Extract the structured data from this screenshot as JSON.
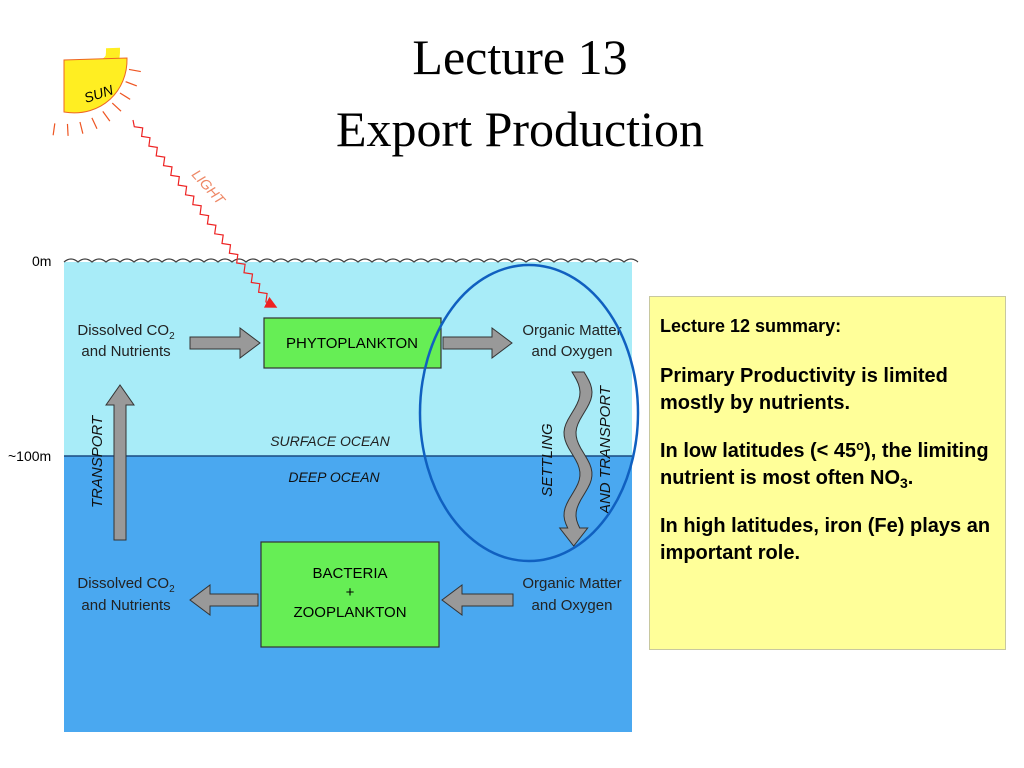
{
  "title": {
    "line1": "Lecture 13",
    "line2": "Export Production"
  },
  "diagram": {
    "sun_label": "SUN",
    "light_label": "LIGHT",
    "depth_top": "0m",
    "depth_mid": "~100m",
    "surface_label": "SURFACE OCEAN",
    "deep_label": "DEEP OCEAN",
    "phyto": "PHYTOPLANKTON",
    "bacteria": {
      "line1": "BACTERIA",
      "line2": "+",
      "line3": "ZOOPLANKTON"
    },
    "dissolved_top": {
      "line1": "Dissolved CO",
      "sub": "2",
      "line2": "and Nutrients"
    },
    "dissolved_bottom": {
      "line1": "Dissolved CO",
      "sub": "2",
      "line2": "and Nutrients"
    },
    "organic_top": {
      "line1": "Organic Matter",
      "line2": "and Oxygen"
    },
    "organic_bottom": {
      "line1": "Organic Matter",
      "line2": "and Oxygen"
    },
    "transport_label": "TRANSPORT",
    "settling_label": "SETTLING",
    "and_transport_label": "AND TRANSPORT",
    "colors": {
      "surface": "#a8ecf8",
      "deep": "#4aa8f0",
      "box": "#66ee55",
      "sun": "#ffee22",
      "circle": "#1060c0"
    }
  },
  "summary": {
    "heading": "Lecture 12 summary:",
    "p1": "Primary Productivity is limited mostly by nutrients.",
    "p2_a": "In low latitudes (< 45",
    "p2_sup": "o",
    "p2_b": "), the limiting nutrient is most often NO",
    "p2_sub": "3",
    "p2_c": ".",
    "p3": "In high latitudes, iron (Fe) plays an important role."
  }
}
